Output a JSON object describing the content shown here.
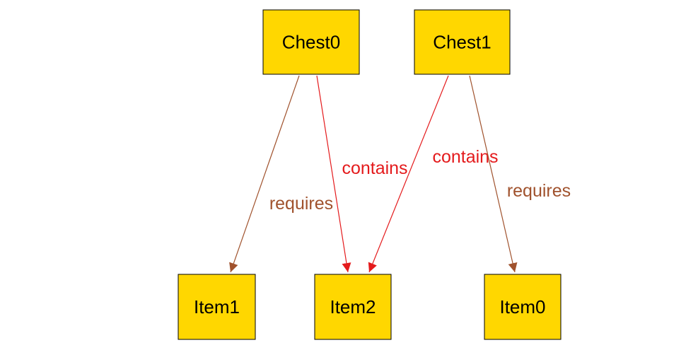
{
  "nodes": [
    {
      "id": "Chest0",
      "label": "Chest0"
    },
    {
      "id": "Chest1",
      "label": "Chest1"
    },
    {
      "id": "Item1",
      "label": "Item1"
    },
    {
      "id": "Item2",
      "label": "Item2"
    },
    {
      "id": "Item0",
      "label": "Item0"
    }
  ],
  "edges": [
    {
      "from": "Chest0",
      "to": "Item1",
      "label": "requires",
      "kind": "requires"
    },
    {
      "from": "Chest0",
      "to": "Item2",
      "label": "contains",
      "kind": "contains"
    },
    {
      "from": "Chest1",
      "to": "Item2",
      "label": "contains",
      "kind": "contains"
    },
    {
      "from": "Chest1",
      "to": "Item0",
      "label": "requires",
      "kind": "requires"
    }
  ],
  "colors": {
    "node_fill": "#FFD700",
    "node_border": "#000000",
    "requires": "#A0522D",
    "contains": "#E41A1C"
  }
}
